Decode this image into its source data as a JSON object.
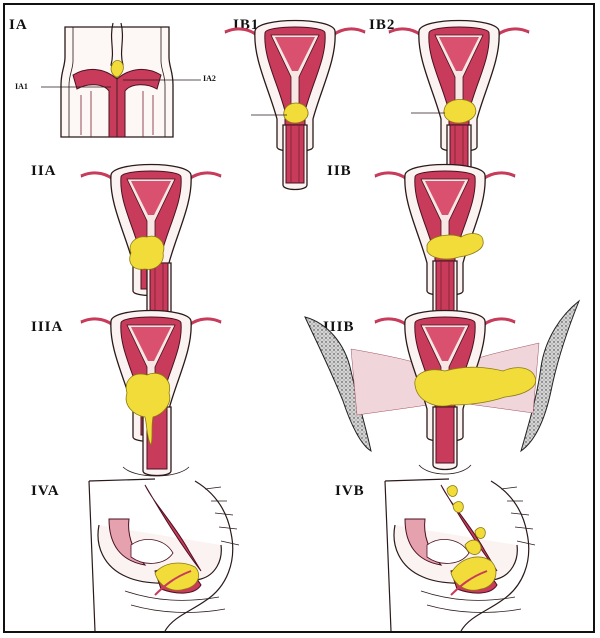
{
  "stages": [
    {
      "id": "ia",
      "label": "IA",
      "markers": [
        "IA1",
        "IA2"
      ]
    },
    {
      "id": "ib1",
      "label": "IB1"
    },
    {
      "id": "ib2",
      "label": "IB2"
    },
    {
      "id": "iia",
      "label": "IIA"
    },
    {
      "id": "iib",
      "label": "IIB"
    },
    {
      "id": "iiia",
      "label": "IIIA"
    },
    {
      "id": "iiib",
      "label": "IIIB"
    },
    {
      "id": "iva",
      "label": "IVA"
    },
    {
      "id": "ivb",
      "label": "IVB"
    }
  ],
  "colors": {
    "tissue": "#c83b5a",
    "tumor": "#f2dc3a",
    "outline": "#2a1a1a",
    "bone": "#c9c9c9",
    "frame": "#111111"
  }
}
